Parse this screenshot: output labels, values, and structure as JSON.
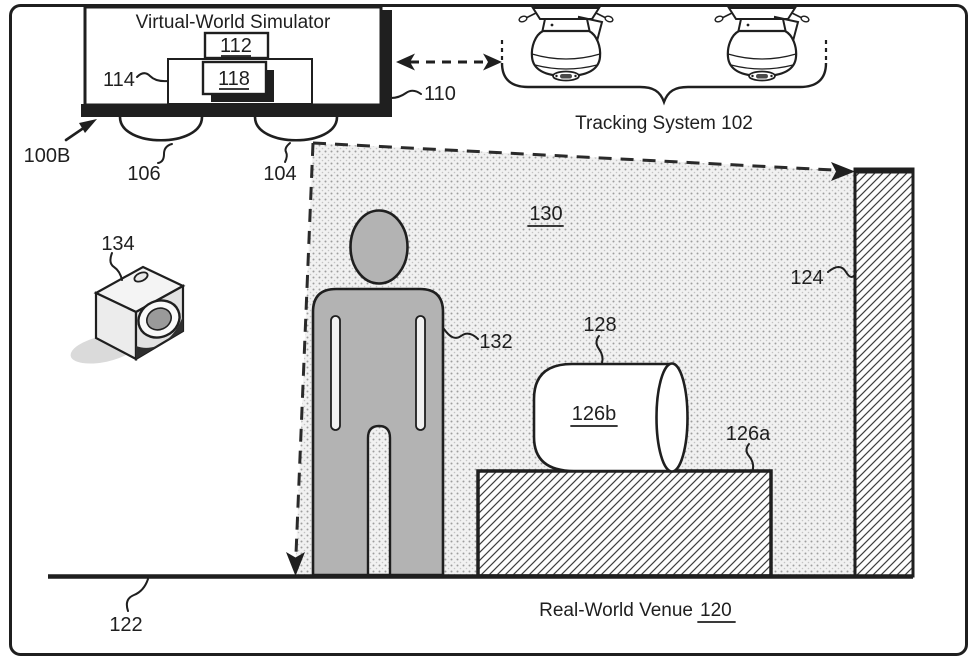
{
  "figure": {
    "ref": "100B",
    "simulator": {
      "title": "Virtual-World Simulator",
      "ref": "110",
      "box_112": "112",
      "box_114": "114",
      "box_118": "118",
      "lens_left_ref": "106",
      "lens_right_ref": "104"
    },
    "tracking_system": {
      "label": "Tracking System 102"
    },
    "projection_region_ref": "130",
    "person_ref": "132",
    "camera_ref": "134",
    "cylinder_ref": "126b",
    "cylinder_pointer_ref": "128",
    "pedestal_ref": "126a",
    "wall_ref": "124",
    "floor_ref": "122",
    "venue": {
      "label": "Real-World Venue",
      "ref": "120"
    }
  },
  "colors": {
    "line": "#1f1f1f",
    "person_gray": "#b3b3b3",
    "stipple_bg": "#f1f1f1",
    "paper": "#ffffff"
  }
}
